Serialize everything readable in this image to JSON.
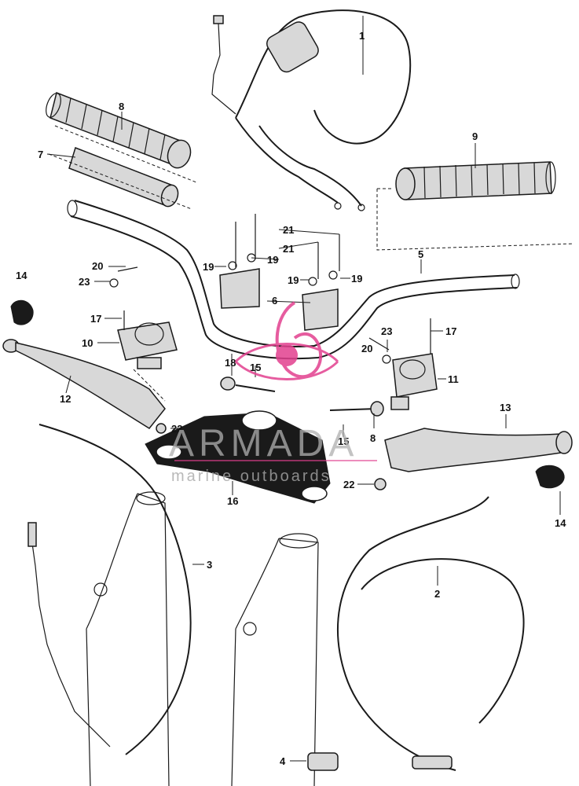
{
  "diagram": {
    "callouts": {
      "c1": "1",
      "c2": "2",
      "c3": "3",
      "c4": "4",
      "c5": "5",
      "c6": "6",
      "c7": "7",
      "c8": "8",
      "c8b": "8",
      "c9": "9",
      "c10": "10",
      "c11": "11",
      "c12": "12",
      "c13": "13",
      "c14a": "14",
      "c14b": "14",
      "c15a": "15",
      "c15b": "15",
      "c16": "16",
      "c17a": "17",
      "c17b": "17",
      "c18": "18",
      "c19a": "19",
      "c19b": "19",
      "c19c": "19",
      "c19d": "19",
      "c20a": "20",
      "c20b": "20",
      "c21a": "21",
      "c21b": "21",
      "c22a": "22",
      "c22b": "22",
      "c23a": "23",
      "c23b": "23"
    }
  },
  "watermark": {
    "brand": "ARMADA",
    "tagline": "marine outboards",
    "colors": {
      "logo": "#e2408f",
      "text": "#b0b0b0"
    }
  }
}
